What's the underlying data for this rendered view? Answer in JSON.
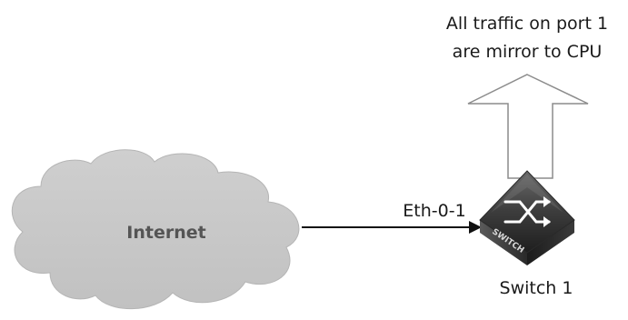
{
  "annotation": {
    "line1": "All traffic on port 1",
    "line2": "are mirror to CPU"
  },
  "cloud": {
    "label": "Internet"
  },
  "link": {
    "port_label": "Eth-0-1"
  },
  "device": {
    "icon_text": "SWITCH",
    "label": "Switch 1"
  },
  "colors": {
    "cloud_fill": "#c8c8c8",
    "arrow_outline": "#8c8c8c",
    "switch_body": "#3a3a3a"
  }
}
